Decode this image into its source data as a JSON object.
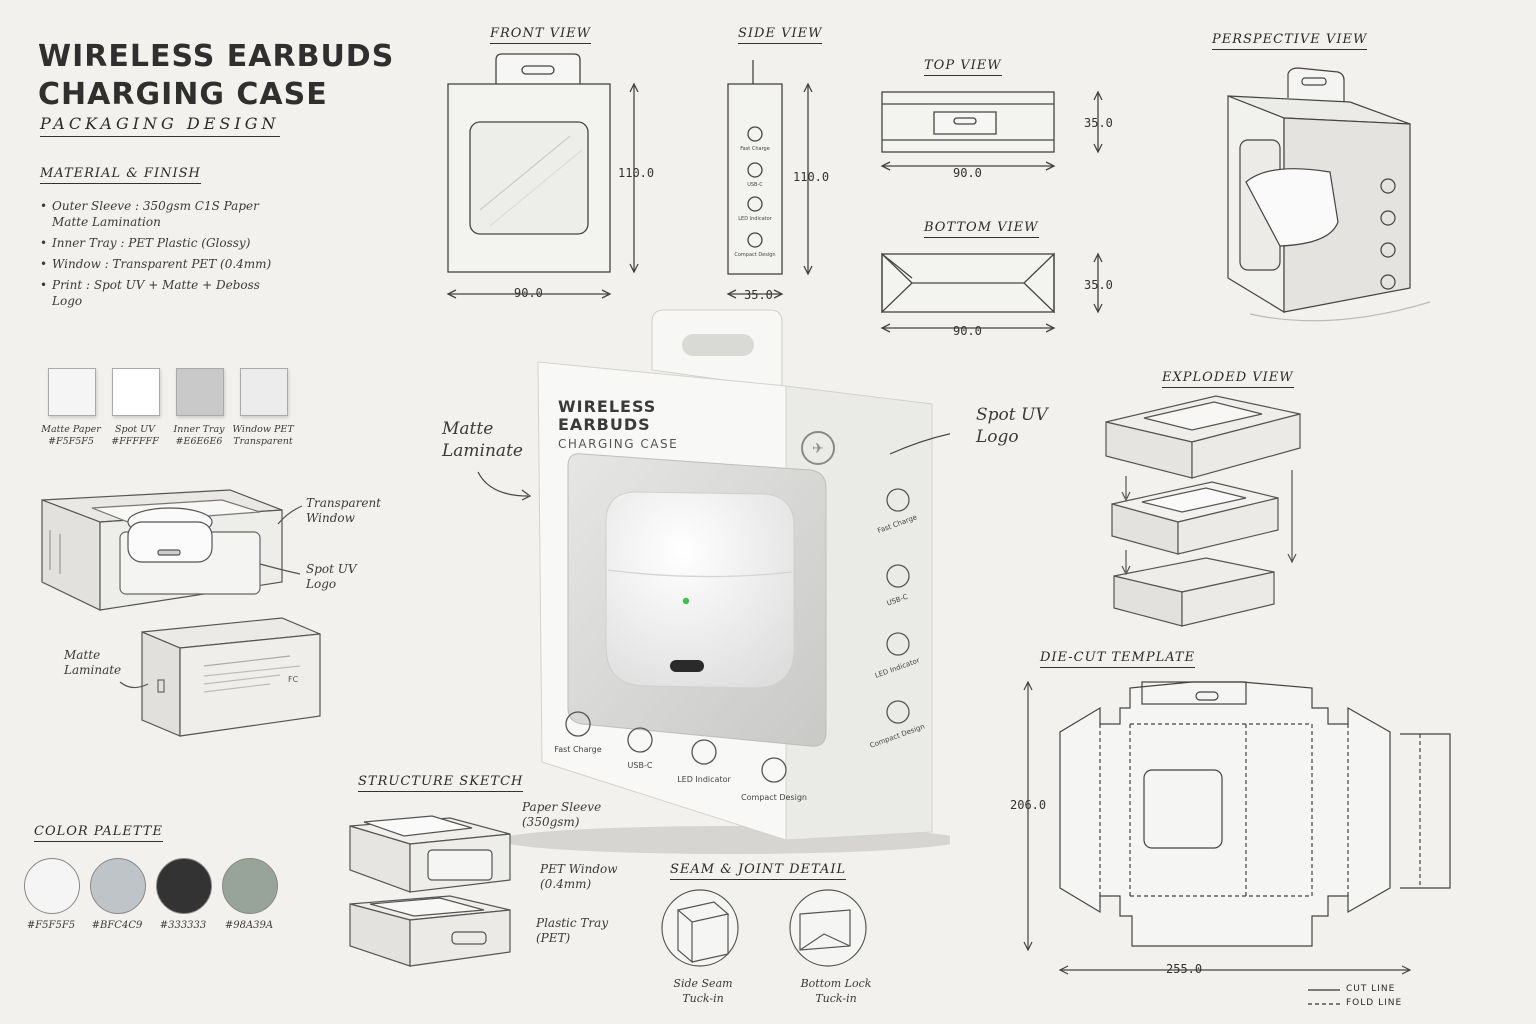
{
  "header": {
    "title_line1": "WIRELESS EARBUDS",
    "title_line2": "CHARGING CASE",
    "subtitle": "PACKAGING DESIGN"
  },
  "material": {
    "heading": "MATERIAL & FINISH",
    "items": [
      "Outer Sleeve : 350gsm C1S Paper Matte Lamination",
      "Inner Tray : PET Plastic (Glossy)",
      "Window : Transparent PET (0.4mm)",
      "Print : Spot UV + Matte + Deboss Logo"
    ]
  },
  "swatches": [
    {
      "name": "Matte Paper",
      "code": "#F5F5F5",
      "color": "#F5F5F5"
    },
    {
      "name": "Spot UV",
      "code": "#FFFFFF",
      "color": "#FFFFFF"
    },
    {
      "name": "Inner Tray",
      "code": "#E6E6E6",
      "color": "#C9C9C9"
    },
    {
      "name": "Window PET",
      "code": "Transparent",
      "color": "#ECECEC"
    }
  ],
  "palette": {
    "heading": "COLOR PALETTE",
    "colors": [
      {
        "code": "#F5F5F5",
        "color": "#F5F5F5"
      },
      {
        "code": "#BFC4C9",
        "color": "#BFC4C9"
      },
      {
        "code": "#333333",
        "color": "#333333"
      },
      {
        "code": "#98A39A",
        "color": "#98A39A"
      }
    ]
  },
  "views": {
    "front": {
      "label": "FRONT VIEW",
      "height": "110.0",
      "width": "90.0"
    },
    "side": {
      "label": "SIDE VIEW",
      "height": "110.0",
      "width": "35.0",
      "icons": [
        "Fast Charge",
        "USB-C",
        "LED Indicator",
        "Compact Design"
      ]
    },
    "top": {
      "label": "TOP VIEW",
      "depth": "35.0",
      "width": "90.0"
    },
    "bottom": {
      "label": "BOTTOM VIEW",
      "depth": "35.0",
      "width": "90.0"
    },
    "perspective": {
      "label": "PERSPECTIVE VIEW"
    },
    "exploded": {
      "label": "EXPLODED VIEW"
    },
    "diecut": {
      "label": "DIE-CUT TEMPLATE",
      "height": "206.0",
      "width": "255.0",
      "legend_cut": "CUT LINE",
      "legend_fold": "FOLD LINE"
    }
  },
  "product": {
    "line1": "WIRELESS",
    "line2": "EARBUDS",
    "line3": "CHARGING CASE",
    "features": [
      "Fast Charge",
      "USB-C",
      "LED Indicator",
      "Compact Design"
    ]
  },
  "annotations": {
    "matte_laminate": "Matte Laminate",
    "spot_uv_logo": "Spot UV Logo",
    "transparent_window": "Transparent Window",
    "left_spot_uv": "Spot UV Logo",
    "left_matte": "Matte Laminate"
  },
  "structure": {
    "heading": "STRUCTURE SKETCH",
    "paper_sleeve": "Paper Sleeve (350gsm)",
    "pet_window": "PET Window (0.4mm)",
    "plastic_tray": "Plastic Tray (PET)"
  },
  "seam": {
    "heading": "SEAM & JOINT DETAIL",
    "side": "Side Seam Tuck-in",
    "bottom": "Bottom Lock Tuck-in"
  },
  "colors": {
    "ink": "#333333",
    "paper": "#F2F1EE",
    "led": "#3FBF4F"
  }
}
